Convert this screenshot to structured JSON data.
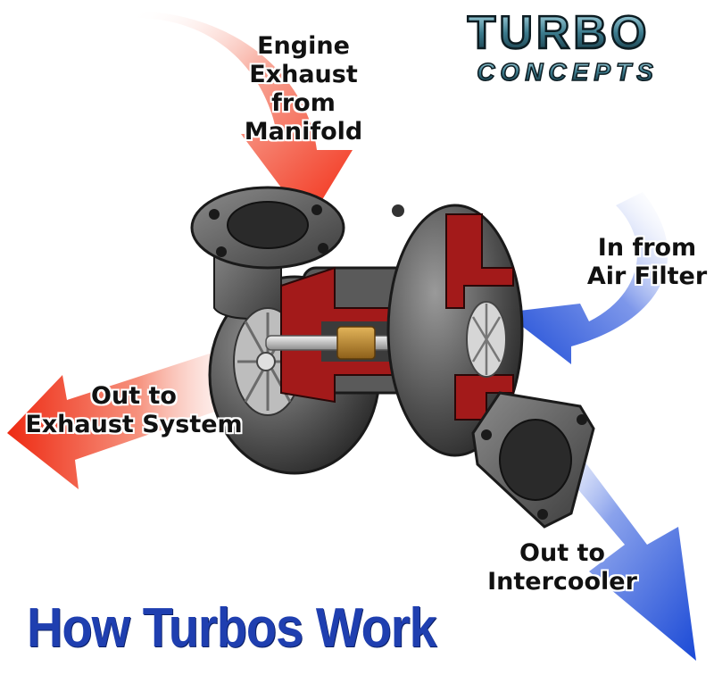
{
  "logo": {
    "line1": "TURBO",
    "line2": "CONCEPTS"
  },
  "labels": {
    "exhaust_in": [
      "Engine",
      "Exhaust",
      "from",
      "Manifold"
    ],
    "air_in": [
      "In from",
      "Air Filter"
    ],
    "exhaust_out": [
      "Out to",
      "Exhaust System"
    ],
    "intercooler_out": [
      "Out to",
      "Intercooler"
    ]
  },
  "title": "How Turbos Work",
  "colors": {
    "exhaust_arrow": "#f22a12",
    "air_arrow": "#1a49d6",
    "housing": "#4a4a4a",
    "cutaway": "#a31a1a",
    "bearing": "#c08a2c",
    "title": "#1f3fb0"
  }
}
